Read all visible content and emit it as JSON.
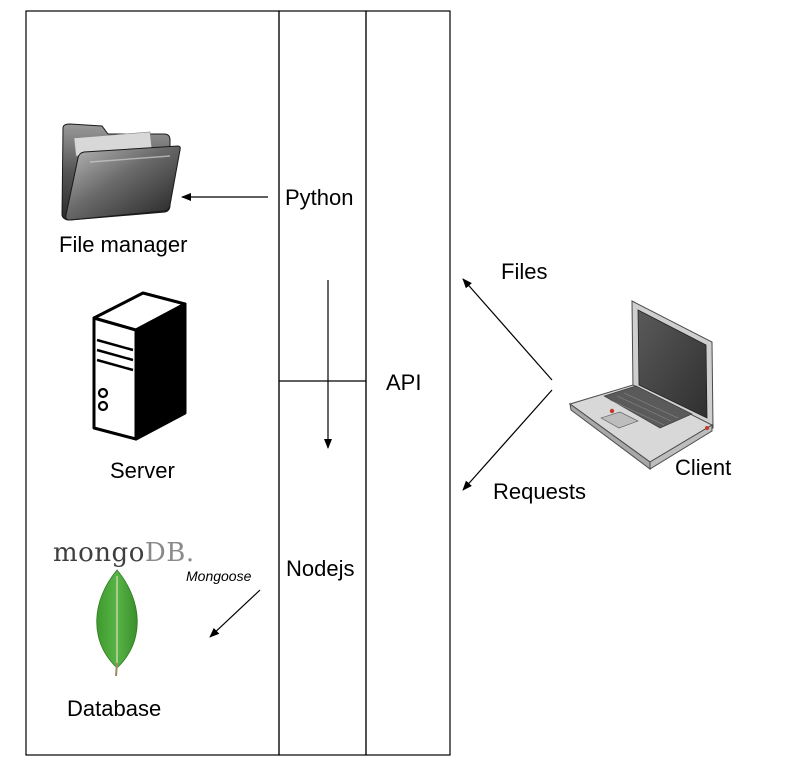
{
  "nodes": {
    "file_manager": "File manager",
    "server": "Server",
    "database": "Database",
    "python": "Python",
    "nodejs": "Nodejs",
    "api": "API",
    "client": "Client"
  },
  "edges": {
    "files": "Files",
    "requests": "Requests",
    "mongoose": "Mongoose"
  },
  "logo": {
    "mongo_text": "mongo",
    "mongo_db_text": "DB",
    "mongo_reg": ".",
    "leaf_color": "#4aa637"
  }
}
